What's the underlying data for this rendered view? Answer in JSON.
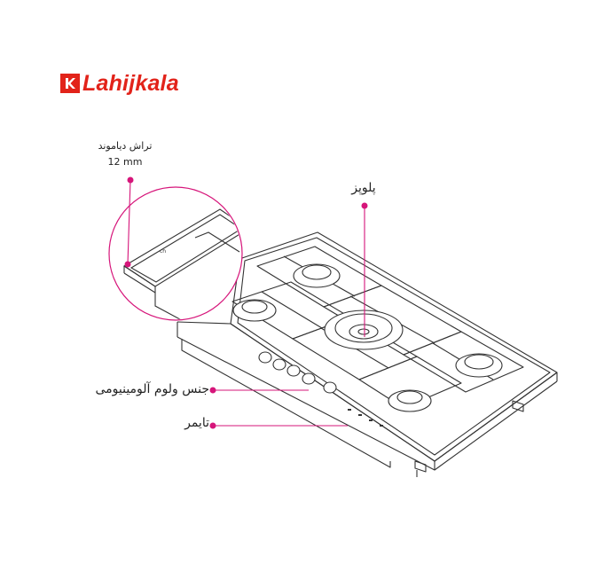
{
  "brand": {
    "name": "Lahijkala",
    "color": "#e2231a"
  },
  "callouts": {
    "trash_title": "تراش دیاموند",
    "trash_value": "12 mm",
    "burner": "پلوپز",
    "knobs": "جنس ولوم آلومینیومی",
    "timer": "تایمر"
  },
  "colors": {
    "callout": "#d6157a",
    "outline": "#333333"
  }
}
